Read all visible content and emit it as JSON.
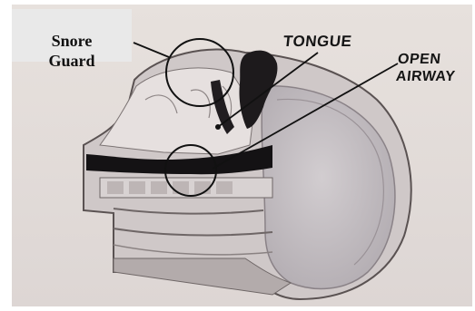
{
  "labels": {
    "snore_guard": "Snore\nGuard",
    "tongue": "TONGUE",
    "open_airway": "OPEN\nAIRWAY"
  }
}
